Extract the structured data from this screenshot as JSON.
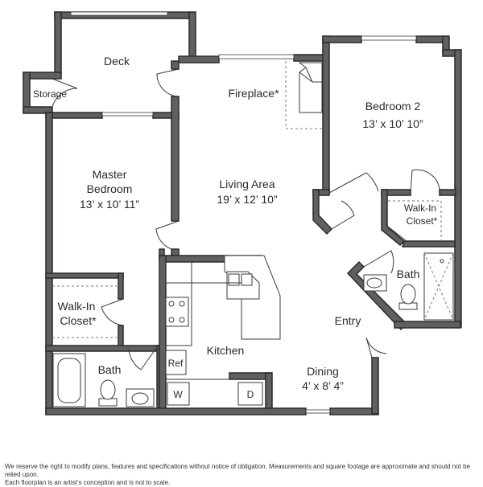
{
  "rooms": {
    "deck": {
      "name": "Deck"
    },
    "storage": {
      "name": "Storage"
    },
    "fireplace": {
      "name": "Fireplace*"
    },
    "bedroom2": {
      "name": "Bedroom 2",
      "dims": "13’ x 10’ 10”"
    },
    "master": {
      "name_line1": "Master",
      "name_line2": "Bedroom",
      "dims": "13’ x 10’ 11”"
    },
    "living": {
      "name": "Living Area",
      "dims": "19’ x 12’ 10”"
    },
    "walkin2": {
      "line1": "Walk-In",
      "line2": "Closet*"
    },
    "bath2": {
      "name": "Bath"
    },
    "walkin_master": {
      "line1": "Walk-In",
      "line2": "Closet*"
    },
    "kitchen": {
      "name": "Kitchen"
    },
    "entry": {
      "name": "Entry"
    },
    "dining": {
      "name": "Dining",
      "dims": "4’ x 8’ 4”"
    },
    "bath1": {
      "name": "Bath"
    }
  },
  "appliances": {
    "ref": "Ref",
    "washer": "W",
    "dryer": "D"
  },
  "disclaimer": {
    "line1": "We reserve the right to modify plans, features and specifications without notice of obligation. Measurements and square footage are approximate and should not be relied upon.",
    "line2": "Each floorplan is an artist’s conception and is not to scale."
  }
}
